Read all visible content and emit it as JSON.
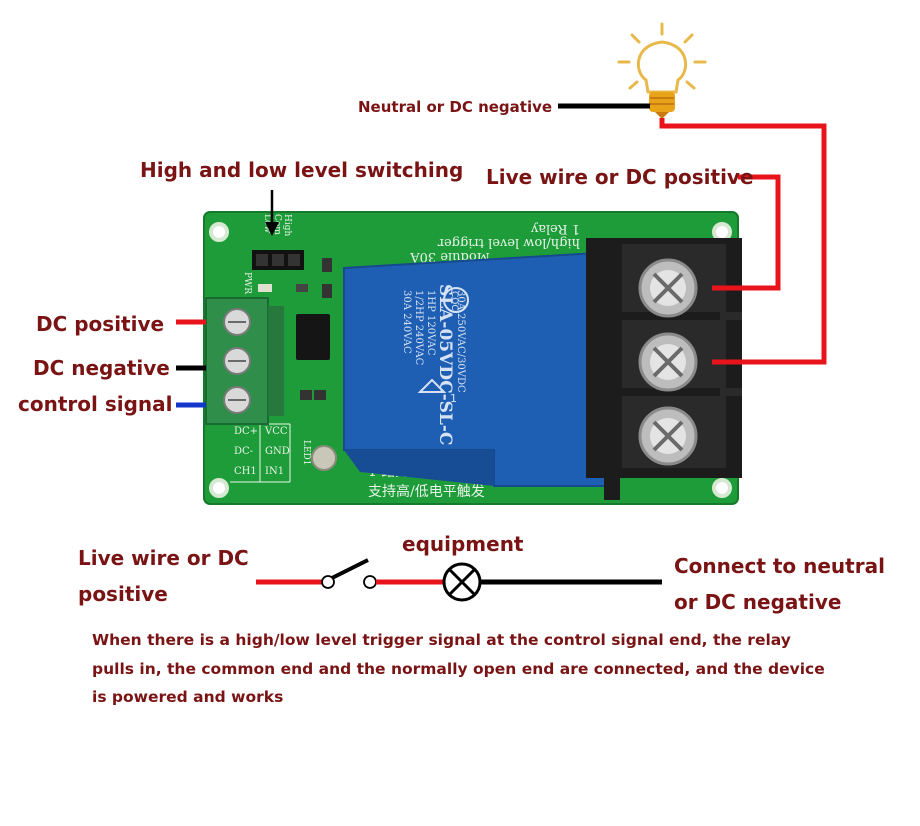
{
  "labels": {
    "neutral_top": "Neutral or DC negative",
    "level_switching": "High and low level switching",
    "live_top": "Live wire or DC positive",
    "dc_positive": "DC positive",
    "dc_negative": "DC negative",
    "control_signal": "control signal",
    "equipment": "equipment",
    "live_bottom_line1": "Live wire or DC",
    "live_bottom_line2": "positive",
    "connect_neutral_line1": "Connect to neutral",
    "connect_neutral_line2": "or DC negative"
  },
  "note": "When there is a high/low level trigger signal at the control signal end, the relay pulls in, the common end and the normally open end are connected, and the device is powered and works",
  "board": {
    "header_line1": "1 Relay",
    "header_line2": "high/low level trigger",
    "module": "Module 30A",
    "jumper_low": "Low",
    "jumper_com": "Com",
    "jumper_high": "High",
    "pwr": "PWR",
    "led": "LED1",
    "pin_dcp": "DC+",
    "pin_vcc": "VCC",
    "pin_dcn": "DC-",
    "pin_gnd": "GND",
    "pin_ch1": "CH1",
    "pin_in1": "IN1",
    "chinese_line1": "1 路光耦隔离继电器",
    "chinese_line2": "支持高/低电平触发"
  },
  "relay": {
    "model": "SLA-05VDC-SL-C",
    "rating1": "30A 250VAC/30VDC",
    "rating2": "1HP 120VAC",
    "rating3": "1/2HP 240VAC",
    "rating4": "30A 240VAC",
    "brand": "CQC",
    "num": "1"
  },
  "colors": {
    "label": "#7a1414",
    "red_wire": "#e8141b",
    "black_wire": "#000000",
    "blue_wire": "#1236c8",
    "pcb": "#1f9c3a",
    "relay": "#1f5fb3",
    "terminal_green": "#2f8f4a",
    "bulb": "#e8a318"
  }
}
